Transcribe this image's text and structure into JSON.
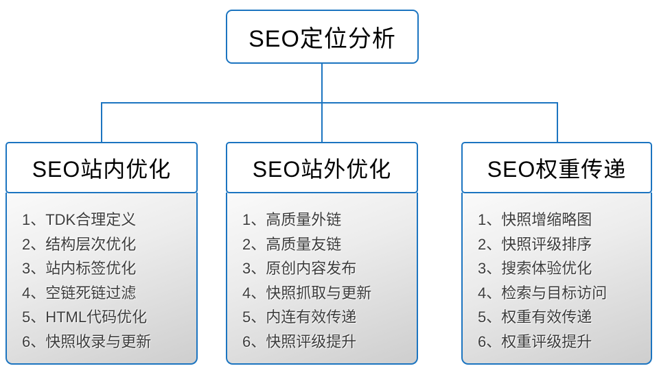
{
  "root": {
    "title": "SEO定位分析"
  },
  "columns": [
    {
      "title": "SEO站内优化",
      "items": [
        "1、TDK合理定义",
        "2、结构层次优化",
        "3、站内标签优化",
        "4、空链死链过滤",
        "5、HTML代码优化",
        "6、快照收录与更新"
      ]
    },
    {
      "title": "SEO站外优化",
      "items": [
        "1、高质量外链",
        "2、高质量友链",
        "3、原创内容发布",
        "4、快照抓取与更新",
        "5、内连有效传递",
        "6、快照评级提升"
      ]
    },
    {
      "title": "SEO权重传递",
      "items": [
        "1、快照增缩略图",
        "2、快照评级排序",
        "3、搜索体验优化",
        "4、检索与目标访问",
        "5、权重有效传递",
        "6、权重评级提升"
      ]
    }
  ],
  "colors": {
    "accent": "#1b74c0",
    "title_text": "#000000",
    "item_text": "#3c3c3c"
  }
}
